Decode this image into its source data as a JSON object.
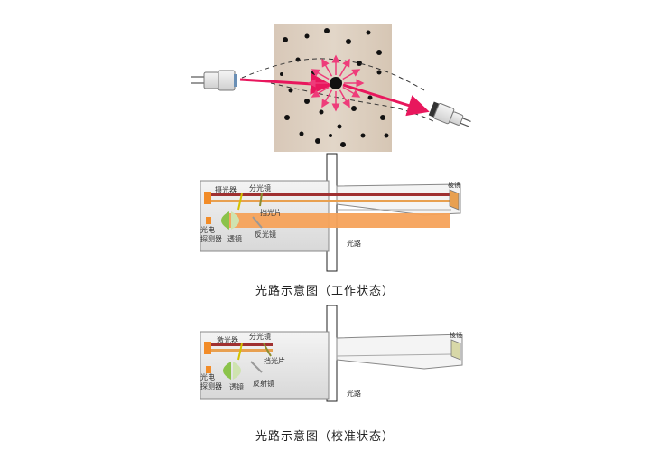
{
  "scatter_panel": {
    "description_icons": [
      "emitter-icon",
      "receiver-icon"
    ]
  },
  "diagram_work": {
    "caption": "光路示意图（工作状态）",
    "labels": {
      "emitter": "摄光器",
      "splitter": "分光镜",
      "shutter": "挡光片",
      "detector": "光电\n探测器",
      "lens": "透镜",
      "reflector": "反光镜",
      "corner": "棱镜",
      "beam": "光路"
    }
  },
  "diagram_cal": {
    "caption": "光路示意图（校准状态）",
    "labels": {
      "emitter": "激光器",
      "splitter": "分光镜",
      "shutter": "挡光片",
      "detector": "光电\n探测器",
      "lens": "透镜",
      "reflector": "反射镜",
      "corner": "棱镜",
      "beam": "光路"
    }
  },
  "colors": {
    "particle_bg": "#d9cabb",
    "beam_red": "#e8175d",
    "orange_beam": "#f5a25a",
    "green_lens": "#8bc34a"
  }
}
